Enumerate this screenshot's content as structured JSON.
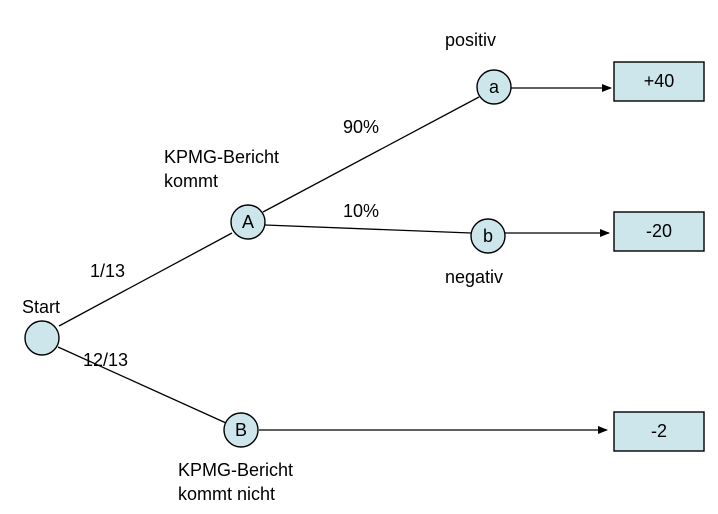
{
  "colors": {
    "node_fill": "#cde6ec",
    "stroke": "#000000",
    "background": "#ffffff"
  },
  "nodes": {
    "start": {
      "label": ""
    },
    "A": {
      "label": "A"
    },
    "B": {
      "label": "B"
    },
    "a": {
      "label": "a"
    },
    "b": {
      "label": "b"
    }
  },
  "outcomes": {
    "a": "+40",
    "b": "-20",
    "B": "-2"
  },
  "labels": {
    "start": "Start",
    "A_line1": "KPMG-Bericht",
    "A_line2": "kommt",
    "B_line1": "KPMG-Bericht",
    "B_line2": "kommt nicht",
    "positiv": "positiv",
    "negativ": "negativ"
  },
  "probabilities": {
    "start_to_A": "1/13",
    "start_to_B": "12/13",
    "A_to_a": "90%",
    "A_to_b": "10%"
  }
}
